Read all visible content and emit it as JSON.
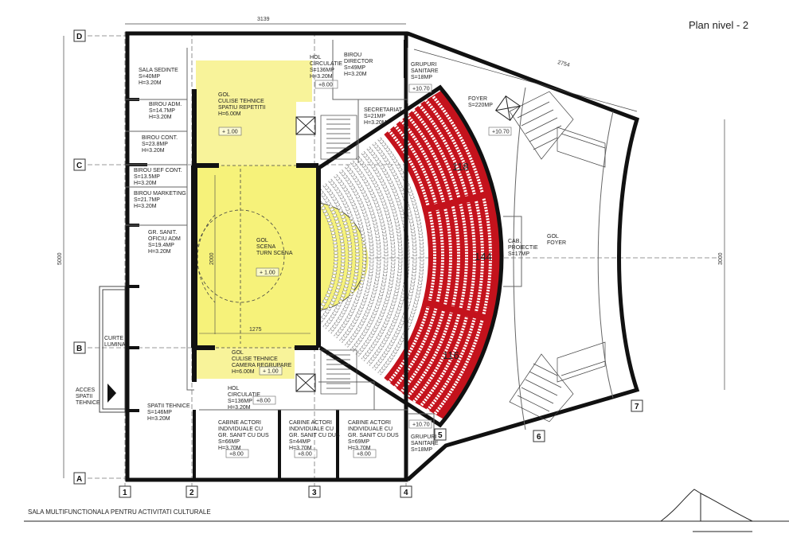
{
  "title": "Plan nivel - 2",
  "caption": "SALA MULTIFUNCTIONALA PENTRU ACTIVITATI CULTURALE",
  "colors": {
    "stage_fill": "#f6f27a",
    "stage_fill_top": "#f8f39a",
    "seats_red": "#c4121c",
    "wall": "#111111"
  },
  "grid": {
    "rows": [
      "D",
      "C",
      "B",
      "A"
    ],
    "cols": [
      "1",
      "2",
      "3",
      "4",
      "5",
      "6",
      "7"
    ]
  },
  "dimensions": {
    "top": "3139",
    "diag": "2754",
    "left": "5000",
    "right": "3000",
    "stage_depth": "2000",
    "stage_width": "1275"
  },
  "seat_counts": {
    "top": "118",
    "middle": "144",
    "bottom": "116"
  },
  "rooms": {
    "sala_sedinte": [
      "SALA SEDINTE",
      "S=40MP",
      "H=3.20M"
    ],
    "birou_adm": [
      "BIROU ADM.",
      "S=14.7MP",
      "H=3.20M"
    ],
    "birou_cont": [
      "BIROU CONT.",
      "S=23.8MP",
      "H=3.20M"
    ],
    "birou_sef_cont": [
      "BIROU SEF CONT.",
      "S=13.5MP",
      "H=3.20M"
    ],
    "birou_marketing": [
      "BIROU MARKETING",
      "S=21.7MP",
      "H=3.20M"
    ],
    "gr_sanit_ofciu": [
      "GR. SANIT.",
      "OFICIU ADM",
      "S=19.4MP",
      "H=3.20M"
    ],
    "gol_culise_repetitii": [
      "GOL",
      "CULISE TEHNICE",
      "SPATIU REPETITII",
      "H=6.00M"
    ],
    "gol_scena": [
      "GOL",
      "SCENA",
      "TURN SCENA"
    ],
    "gol_culise_regrupare": [
      "GOL",
      "CULISE TEHNICE",
      "CAMERA REGRUPARE",
      "H=6.00M"
    ],
    "hol_circulatie_top": [
      "HOL",
      "CIRCULATIE",
      "S=136MP",
      "H=3.20M"
    ],
    "birou_director": [
      "BIROU",
      "DIRECTOR",
      "S=49MP",
      "H=3.20M"
    ],
    "grupuri_sanitare_top": [
      "GRUPURI",
      "SANITARE",
      "S=18MP"
    ],
    "secretariat": [
      "SECRETARIAT",
      "S=21MP",
      "H=3.20M"
    ],
    "foyer": [
      "FOYER",
      "S=220MP"
    ],
    "cab_proiectie": [
      "CAB.",
      "PROIECTIE",
      "S=17MP"
    ],
    "gol_foyer": [
      "GOL",
      "FOYER"
    ],
    "curte_lumina": [
      "CURTE",
      "LUMINA"
    ],
    "acces_spatii_tehnice": [
      "ACCES",
      "SPATII",
      "TEHNICE"
    ],
    "spatii_tehnice": [
      "SPATII TEHNICE",
      "S=146MP",
      "H=3.20M"
    ],
    "hol_circulatie_bottom": [
      "HOL",
      "CIRCULATIE",
      "S=136MP",
      "H=3.20M"
    ],
    "cabine_actori_1": [
      "CABINE ACTORI",
      "INDIVIDUALE CU",
      "GR. SANIT CU DUS",
      "S=66MP",
      "H=3.70M"
    ],
    "cabine_actori_2": [
      "CABINE ACTORI",
      "INDIVIDUALE CU",
      "GR. SANIT CU DUS",
      "S=44MP",
      "H=3.70M"
    ],
    "cabine_actori_3": [
      "CABINE ACTORI",
      "INDIVIDUALE CU",
      "GR. SANIT CU DUS",
      "S=69MP",
      "H=3.70M"
    ],
    "grupuri_sanitare_bottom": [
      "GRUPURI",
      "SANITARE",
      "S=18MP"
    ]
  },
  "levels": {
    "culise_repetitii": "+ 1.00",
    "scena": "+ 1.00",
    "culise_regrupare": "+ 1.00",
    "hol_top": "+8.00",
    "hol_bottom": "+8.00",
    "grupuri_top": "+10.70",
    "foyer": "+10.70",
    "grupuri_bottom": "+10.70",
    "cabine_1": "+8.00",
    "cabine_2": "+8.00",
    "cabine_3": "+8.00"
  }
}
